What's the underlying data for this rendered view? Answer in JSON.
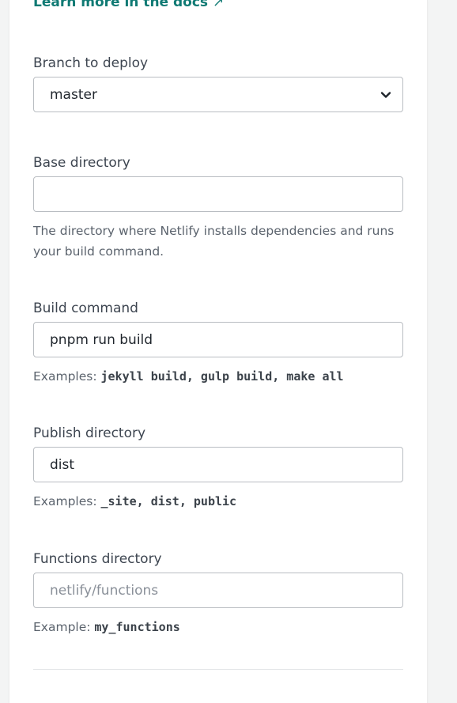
{
  "docs_link": {
    "label": "Learn more in the docs",
    "arrow": "↗"
  },
  "branch": {
    "label": "Branch to deploy",
    "value": "master",
    "chevron_icon": "chevron-down-icon"
  },
  "base_directory": {
    "label": "Base directory",
    "value": "",
    "help": "The directory where Netlify installs dependencies and runs your build command."
  },
  "build_command": {
    "label": "Build command",
    "value": "pnpm run build",
    "help_prefix": "Examples:",
    "help_code": "jekyll build, gulp build, make all"
  },
  "publish_directory": {
    "label": "Publish directory",
    "value": "dist",
    "help_prefix": "Examples:",
    "help_code": "_site, dist, public"
  },
  "functions_directory": {
    "label": "Functions directory",
    "value": "",
    "placeholder": "netlify/functions",
    "help_prefix": "Example:",
    "help_code": "my_functions"
  },
  "colors": {
    "link": "#107a74",
    "border": "#b9bdc2",
    "label": "#3d4550"
  }
}
